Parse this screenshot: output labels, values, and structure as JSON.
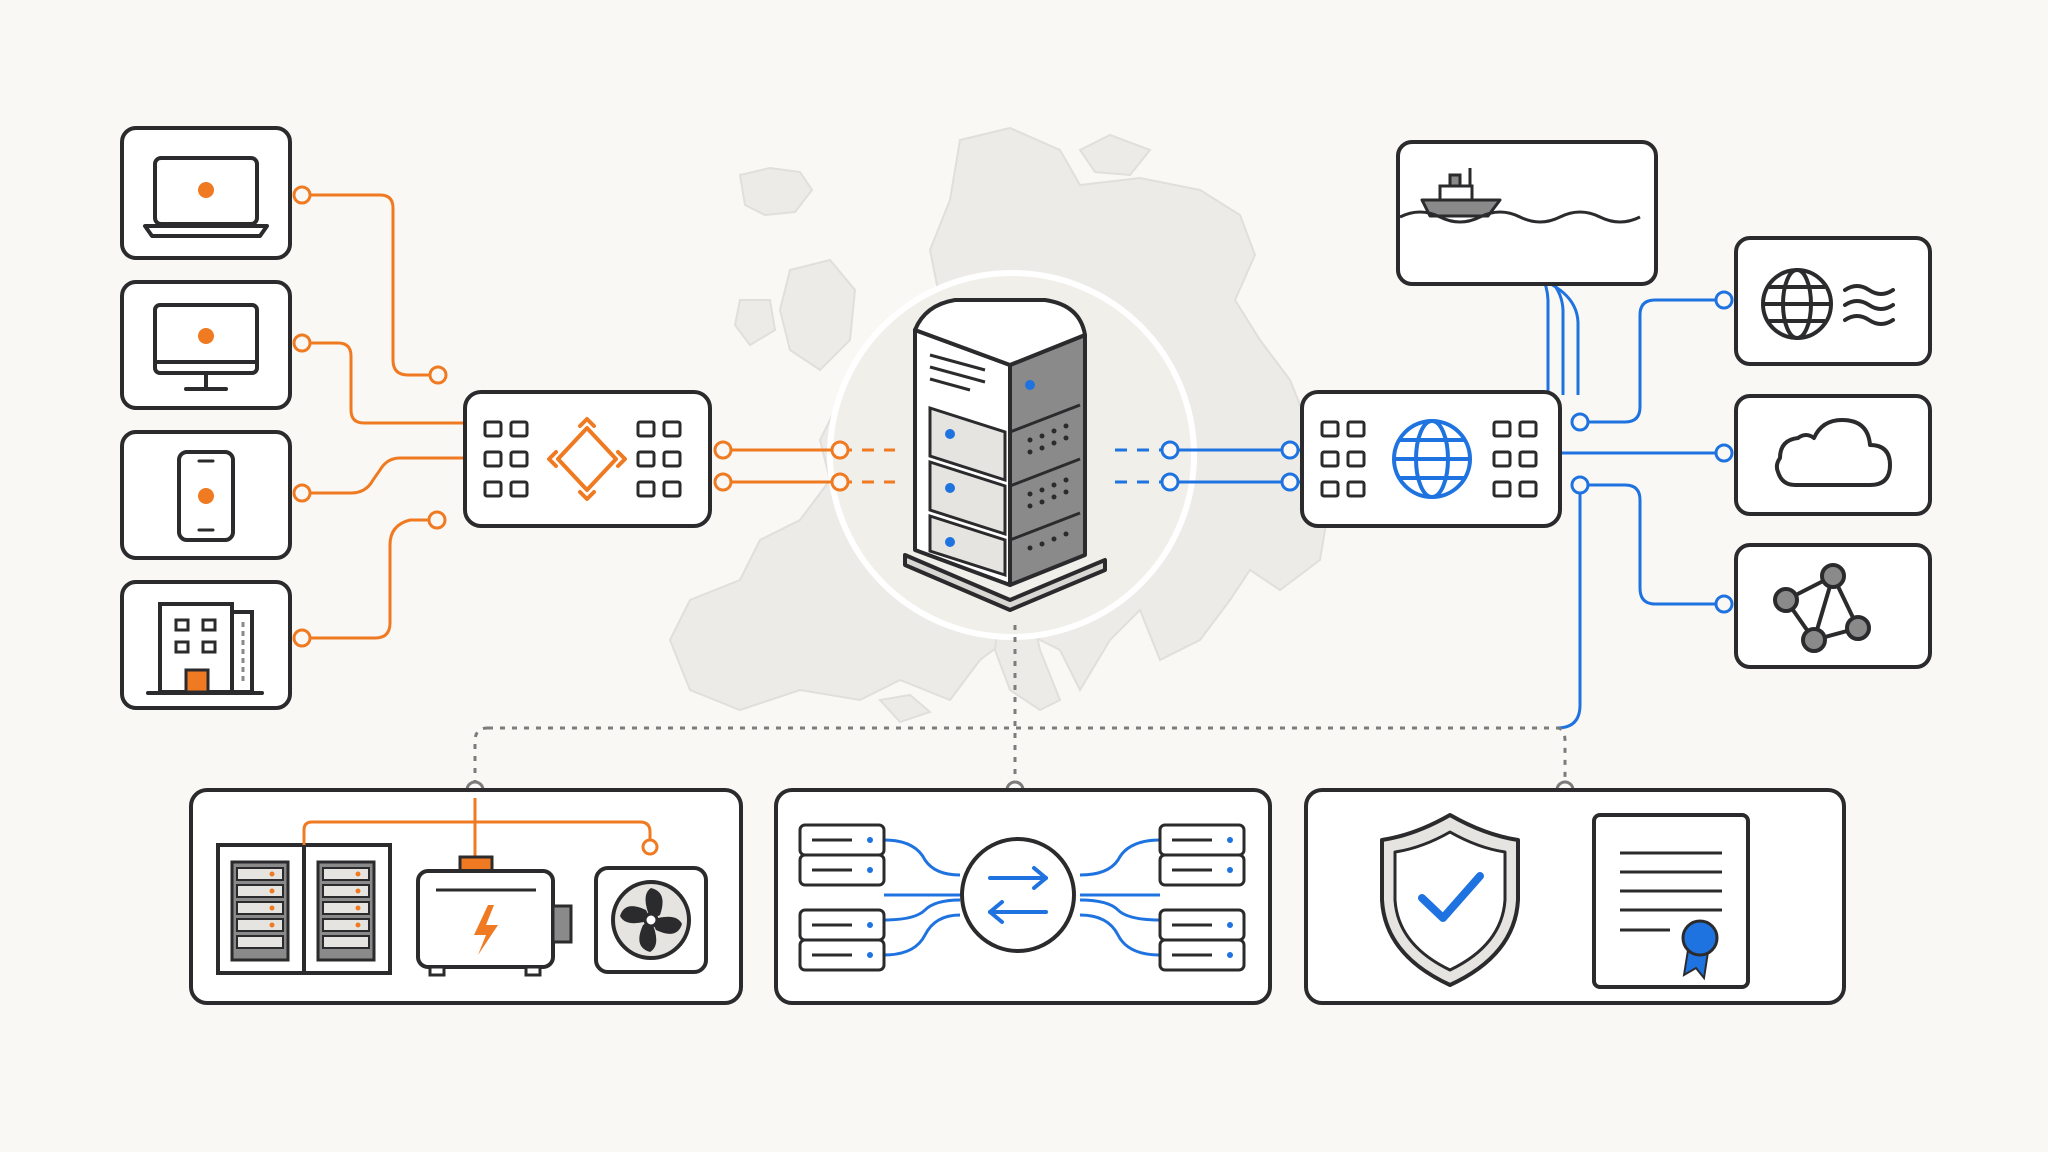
{
  "palette": {
    "background": "#faf8f4",
    "outline": "#2b2b2e",
    "orange": "#ef7a22",
    "blue": "#1f73e0",
    "gray_fill": "#8a8a8a",
    "light_gray": "#e6e4e0",
    "map_fill": "#ecebe8",
    "dotted_line": "#7c7c7c"
  },
  "diagram": {
    "left_devices": [
      {
        "id": "laptop",
        "icon": "laptop-icon"
      },
      {
        "id": "desktop",
        "icon": "monitor-icon"
      },
      {
        "id": "mobile",
        "icon": "smartphone-icon"
      },
      {
        "id": "office",
        "icon": "office-building-icon"
      }
    ],
    "left_switch": {
      "icon": "switch-arrows-icon",
      "color": "orange"
    },
    "central_server": {
      "icon": "server-rack-icon"
    },
    "right_router": {
      "icon": "globe-icon",
      "color": "blue"
    },
    "right_services": [
      {
        "id": "submarine-cable",
        "icon": "ship-icon"
      },
      {
        "id": "internet-exchange",
        "icon": "globe-waves-icon"
      },
      {
        "id": "cloud",
        "icon": "cloud-icon"
      },
      {
        "id": "network-graph",
        "icon": "network-nodes-icon"
      }
    ],
    "bottom_panels": [
      {
        "id": "power-infrastructure",
        "icons": [
          "server-racks-icon",
          "battery-bolt-icon",
          "cooling-fan-icon"
        ]
      },
      {
        "id": "load-balancing",
        "icons": [
          "exchange-arrows-icon"
        ]
      },
      {
        "id": "security-compliance",
        "icons": [
          "shield-check-icon",
          "certificate-icon"
        ]
      }
    ],
    "background_map": "europe-map-silhouette"
  }
}
